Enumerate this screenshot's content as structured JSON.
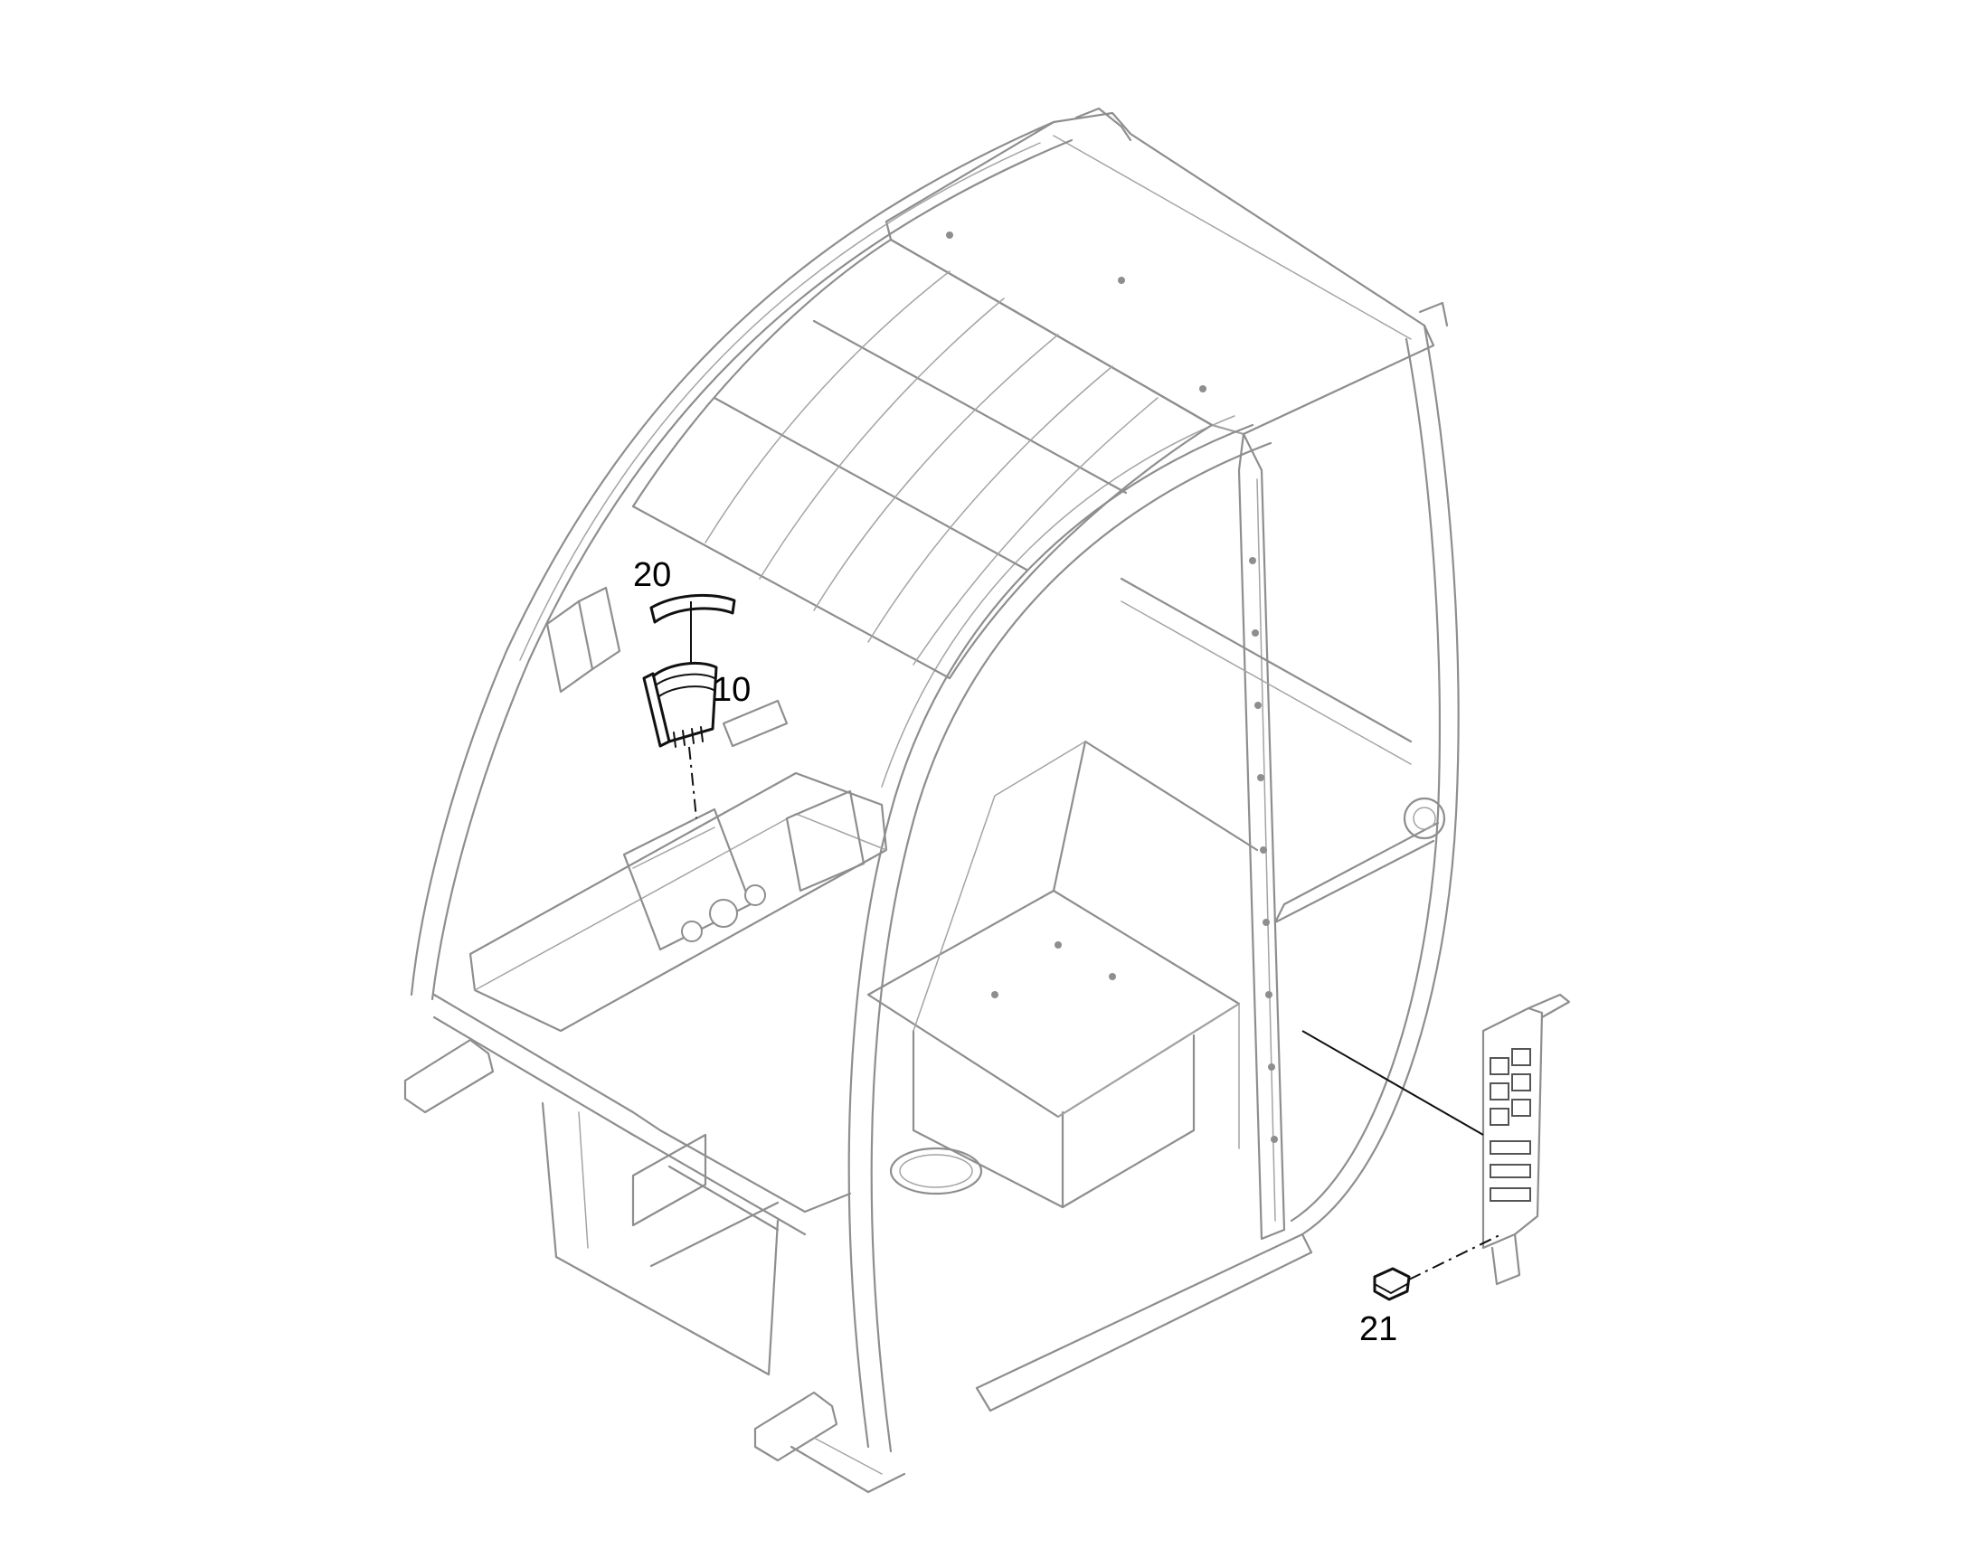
{
  "diagram": {
    "callouts": {
      "c20": "20",
      "c10": "10",
      "c21": "21"
    },
    "colors": {
      "frame_line": "#8e8e8e",
      "part_line": "#111111",
      "background": "#ffffff"
    }
  }
}
